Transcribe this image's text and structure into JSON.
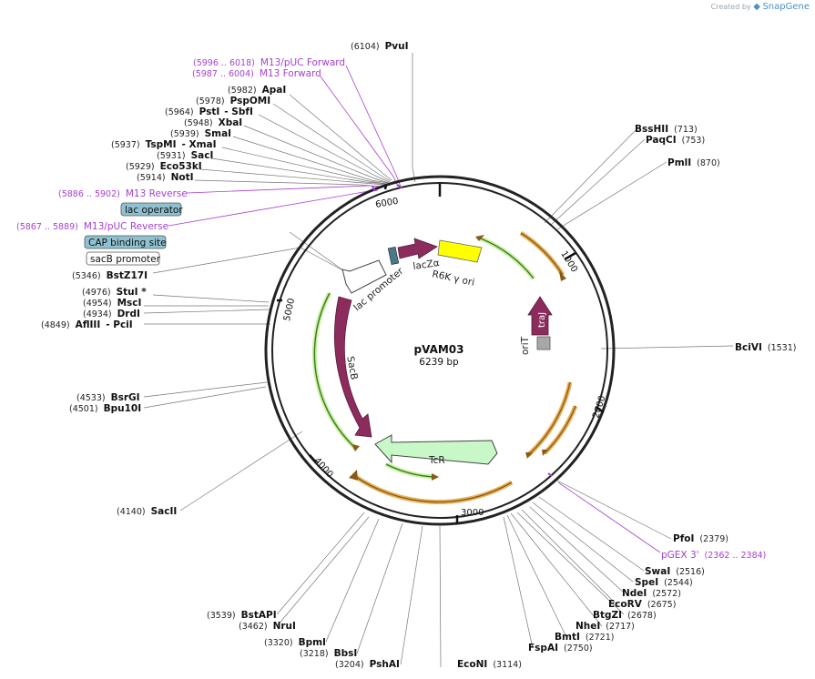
{
  "credit": {
    "prefix": "Created by",
    "brand": "SnapGene"
  },
  "plasmid": {
    "name": "pVAM03",
    "size_label": "6239 bp"
  },
  "ticks": [
    "1000",
    "2000",
    "3000",
    "4000",
    "5000",
    "6000"
  ],
  "sites": [
    {
      "id": "pvui",
      "pos": "(6104)",
      "name": "PvuI"
    },
    {
      "id": "apai",
      "pos": "(5982)",
      "name": "ApaI"
    },
    {
      "id": "pspomi",
      "pos": "(5978)",
      "name": "PspOMI"
    },
    {
      "id": "psti",
      "pos": "(5964)",
      "name": "PstI",
      "extra": "- SbfI"
    },
    {
      "id": "xbai",
      "pos": "(5948)",
      "name": "XbaI"
    },
    {
      "id": "smai",
      "pos": "(5939)",
      "name": "SmaI"
    },
    {
      "id": "tspmi",
      "pos": "(5937)",
      "name": "TspMI",
      "extra": "- XmaI"
    },
    {
      "id": "saci",
      "pos": "(5931)",
      "name": "SacI"
    },
    {
      "id": "eco53ki",
      "pos": "(5929)",
      "name": "Eco53kI"
    },
    {
      "id": "noti",
      "pos": "(5914)",
      "name": "NotI"
    },
    {
      "id": "bstz17i",
      "pos": "(5346)",
      "name": "BstZ17I"
    },
    {
      "id": "stui",
      "pos": "(4976)",
      "name": "StuI *"
    },
    {
      "id": "msci",
      "pos": "(4954)",
      "name": "MscI"
    },
    {
      "id": "drdi",
      "pos": "(4934)",
      "name": "DrdI"
    },
    {
      "id": "afliii",
      "pos": "(4849)",
      "name": "AflIII",
      "extra": "- PciI"
    },
    {
      "id": "bsrgi",
      "pos": "(4533)",
      "name": "BsrGI"
    },
    {
      "id": "bpu10i",
      "pos": "(4501)",
      "name": "Bpu10I"
    },
    {
      "id": "sacii",
      "pos": "(4140)",
      "name": "SacII"
    },
    {
      "id": "bsshii",
      "pos": "(713)",
      "name": "BssHII"
    },
    {
      "id": "paqci",
      "pos": "(753)",
      "name": "PaqCI"
    },
    {
      "id": "pmli",
      "pos": "(870)",
      "name": "PmlI"
    },
    {
      "id": "bcivi",
      "pos": "(1531)",
      "name": "BciVI"
    },
    {
      "id": "pfoi",
      "pos": "(2379)",
      "name": "PfoI"
    },
    {
      "id": "swai",
      "pos": "(2516)",
      "name": "SwaI"
    },
    {
      "id": "spei",
      "pos": "(2544)",
      "name": "SpeI"
    },
    {
      "id": "ndei",
      "pos": "(2572)",
      "name": "NdeI"
    },
    {
      "id": "ecorv",
      "pos": "(2675)",
      "name": "EcoRV"
    },
    {
      "id": "btgzi",
      "pos": "(2678)",
      "name": "BtgZI"
    },
    {
      "id": "nhei",
      "pos": "(2717)",
      "name": "NheI"
    },
    {
      "id": "bmti",
      "pos": "(2721)",
      "name": "BmtI"
    },
    {
      "id": "fspai",
      "pos": "(2750)",
      "name": "FspAI"
    },
    {
      "id": "econi",
      "pos": "(3114)",
      "name": "EcoNI"
    },
    {
      "id": "pshai",
      "pos": "(3204)",
      "name": "PshAI"
    },
    {
      "id": "bbsi",
      "pos": "(3218)",
      "name": "BbsI"
    },
    {
      "id": "bpmi",
      "pos": "(3320)",
      "name": "BpmI"
    },
    {
      "id": "nrui",
      "pos": "(3462)",
      "name": "NruI"
    },
    {
      "id": "bstapi",
      "pos": "(3539)",
      "name": "BstAPI"
    }
  ],
  "primers": [
    {
      "id": "m13puc-fwd",
      "range": "(5996 .. 6018)",
      "name": "M13/pUC Forward"
    },
    {
      "id": "m13-fwd",
      "range": "(5987 .. 6004)",
      "name": "M13 Forward"
    },
    {
      "id": "m13-rev",
      "range": "(5886 .. 5902)",
      "name": "M13 Reverse"
    },
    {
      "id": "m13puc-rev",
      "range": "(5867 .. 5889)",
      "name": "M13/pUC Reverse"
    },
    {
      "id": "pgex3",
      "range": "(2362 .. 2384)",
      "name": "pGEX 3'"
    }
  ],
  "boxed_features": {
    "lac_operator": "lac operator",
    "cap_site": "CAP binding site",
    "sacb_promoter": "sacB promoter"
  },
  "features": {
    "lac_promoter": "lac promoter",
    "lacza": "lacZα",
    "r6k": "R6K γ ori",
    "traj": "traJ",
    "orit": "oriT",
    "tcr": "TcR",
    "sacb": "SacB"
  },
  "colors": {
    "maroon": "#8b2c5c",
    "yellow": "#ffff00",
    "orf": "#e8b15a",
    "orf_dark": "#8a5a14",
    "green": "#5aa02c",
    "tcr": "#c8f7c8",
    "primer": "#a63fd1",
    "teal": "#8fc1d0",
    "grey": "#a8a8a8"
  }
}
